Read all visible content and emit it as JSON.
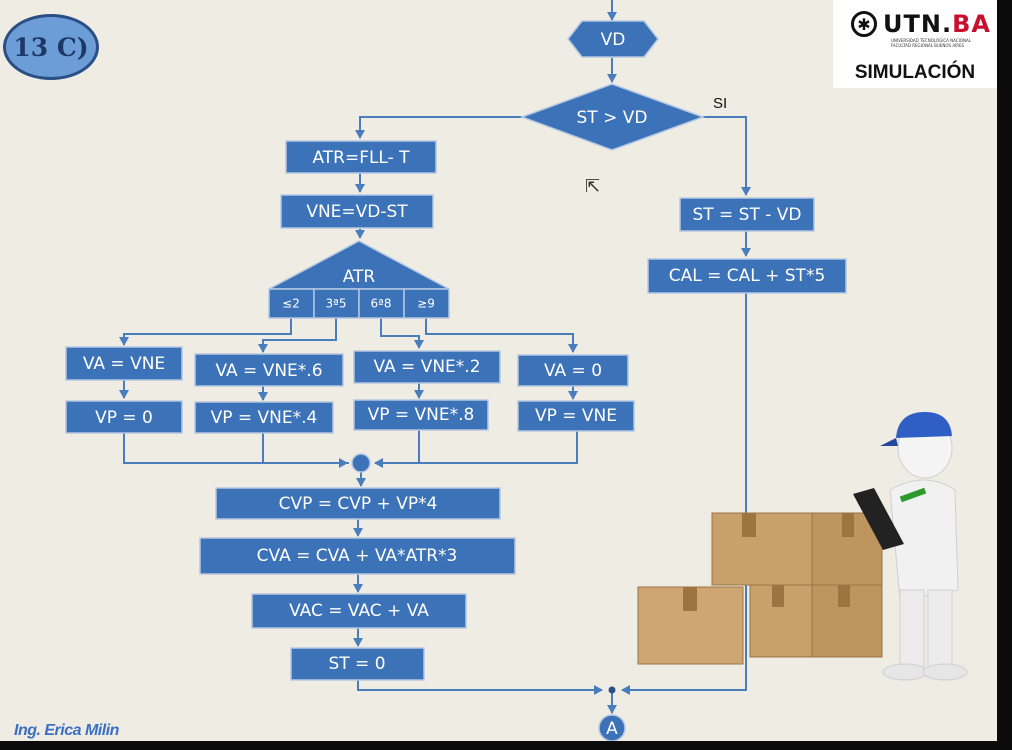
{
  "slide_tag": "13 C)",
  "logo": {
    "brand": "UTN.",
    "brand_accent": "BA",
    "subtitle": "UNIVERSIDAD TECNOLÓGICA NACIONAL FACULTAD REGIONAL BUENOS AIRES",
    "section": "SIMULACIÓN"
  },
  "author": "Ing. Erica Milin",
  "flow": {
    "top_node": "VD",
    "decision": "ST > VD",
    "branch_yes": "SI",
    "left": {
      "atr": "ATR=FLL- T",
      "vne": "VNE=VD-ST",
      "switch_label": "ATR",
      "cases": [
        "≤2",
        "3ª5",
        "6ª8",
        "≥9"
      ],
      "case_blocks": [
        {
          "va": "VA = VNE",
          "vp": "VP = 0"
        },
        {
          "va": "VA = VNE*.6",
          "vp": "VP = VNE*.4"
        },
        {
          "va": "VA = VNE*.2",
          "vp": "VP = VNE*.8"
        },
        {
          "va": "VA = 0",
          "vp": "VP = VNE"
        }
      ],
      "cvp": "CVP = CVP + VP*4",
      "cva": "CVA = CVA + VA*ATR*3",
      "vac": "VAC = VAC + VA",
      "st0": "ST = 0"
    },
    "right": {
      "st": "ST = ST - VD",
      "cal": "CAL = CAL + ST*5"
    },
    "connector": "A"
  },
  "colors": {
    "box_fill": "#3c72b8",
    "line": "#4a7dbb",
    "background": "#efece3",
    "brand_red": "#c8102e"
  }
}
